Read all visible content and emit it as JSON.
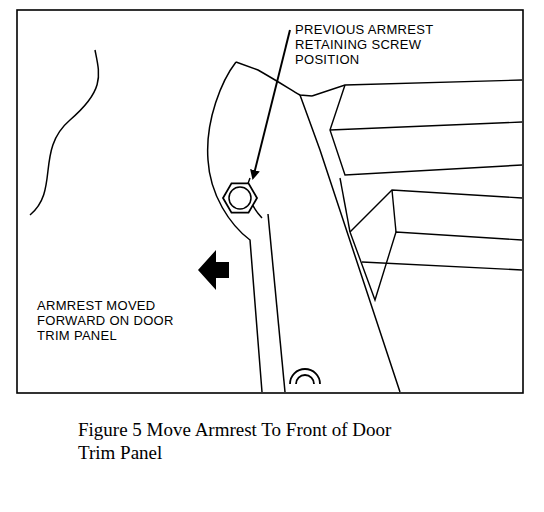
{
  "diagram": {
    "caption": "Figure 5 Move Armrest To Front of Door Trim Panel",
    "labels": [
      "PREVIOUS ARMREST RETAINING SCREW POSITION",
      "ARMREST MOVED FORWARD ON DOOR TRIM PANEL"
    ]
  }
}
